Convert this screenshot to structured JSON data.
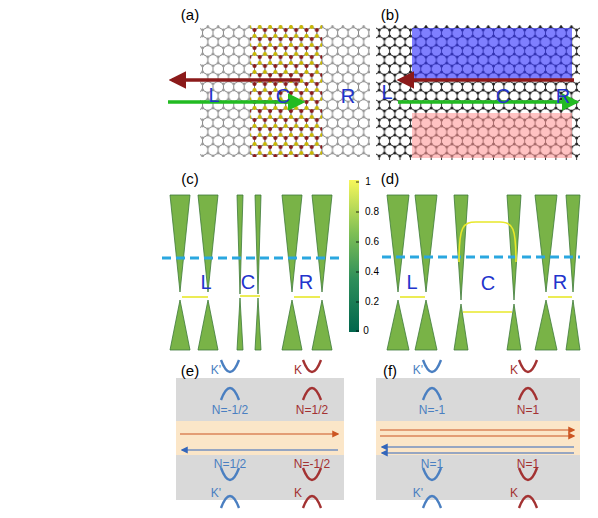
{
  "diagram": {
    "labels": [
      "(a)",
      "(b)",
      "L",
      "C",
      "R",
      "L",
      "C",
      "R",
      "(c)",
      "(d)",
      "1",
      "0.8",
      "0.6",
      "0.4",
      "0.2",
      "0",
      "L",
      "C",
      "R",
      "L",
      "C",
      "R",
      "(e)",
      "(f)",
      "K'",
      "K",
      "N=-1/2",
      "N=1/2",
      "K'",
      "K",
      "N=1/2",
      "N=-1/2",
      "K'",
      "K",
      "N=-1",
      "N=1",
      "K'",
      "K",
      "N=1",
      "N=1"
    ]
  }
}
